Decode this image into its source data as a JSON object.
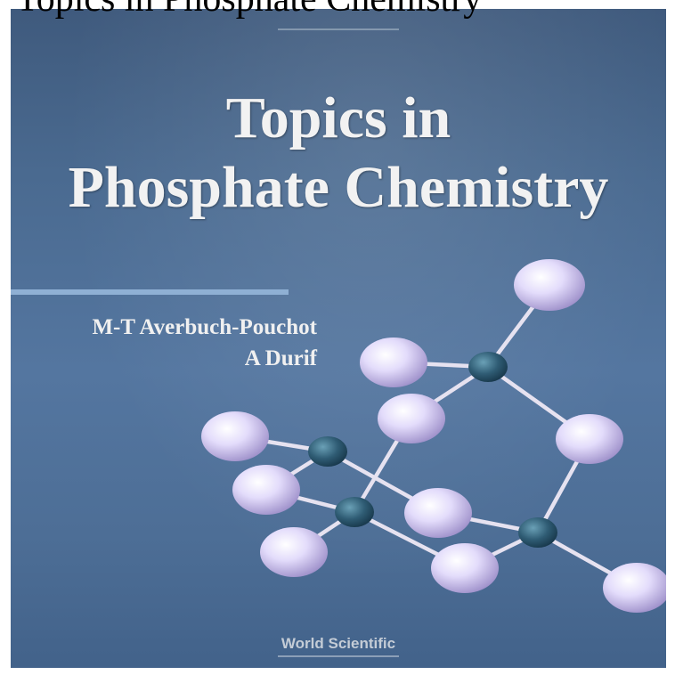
{
  "overlay": {
    "title": "Topics in Phosphate Chemistry"
  },
  "cover": {
    "title_line1": "Topics in",
    "title_line2": "Phosphate Chemistry",
    "authors": [
      "M-T Averbuch-Pouchot",
      "A Durif"
    ],
    "publisher": "World Scientific"
  },
  "colors": {
    "background": "#4d6e96",
    "rule": "#8fb0d4",
    "atom_light": "#e8e0ff",
    "atom_dark": "#2f5c74",
    "bond": "#e6e2f0"
  }
}
